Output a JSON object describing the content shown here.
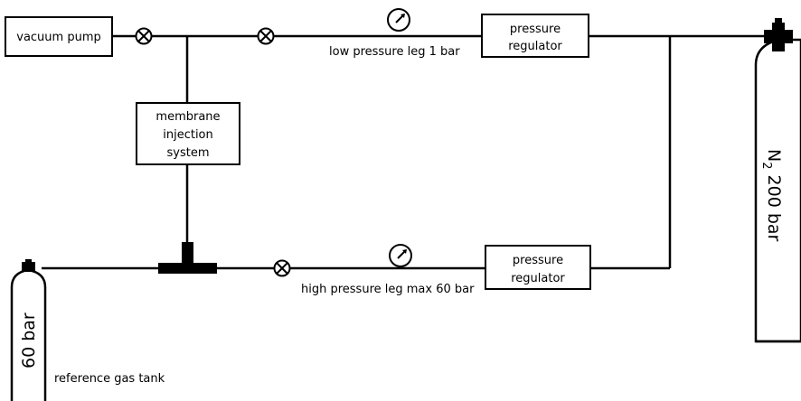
{
  "components": {
    "vacuum_pump": "vacuum pump",
    "membrane": [
      "membrane",
      "injection",
      "system"
    ],
    "regulator_top": [
      "pressure",
      "regulator"
    ],
    "regulator_bottom": [
      "pressure",
      "regulator"
    ],
    "n2_tank": {
      "main": "N",
      "sub": "2",
      "rest": " 200 bar"
    },
    "ref_tank": "60 bar"
  },
  "labels": {
    "low_leg": "low pressure leg 1 bar",
    "high_leg": "high pressure leg max 60 bar",
    "ref_tank_label": "reference gas tank"
  }
}
